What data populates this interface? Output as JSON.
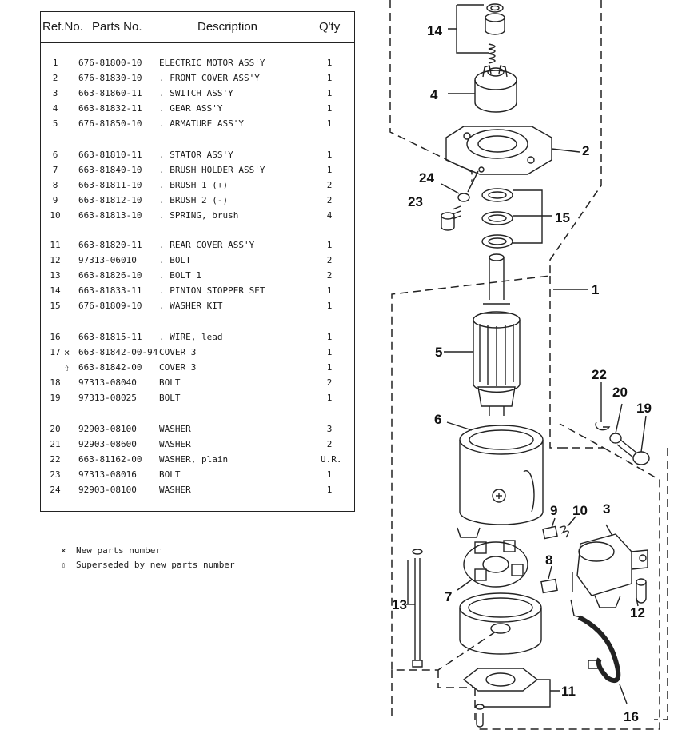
{
  "table": {
    "headers": {
      "ref": "Ref.No.",
      "part": "Parts No.",
      "desc": "Description",
      "qty": "Q'ty"
    },
    "rows": [
      {
        "ref": "1",
        "mark": "",
        "part": "676-81800-10",
        "desc": "ELECTRIC MOTOR ASS'Y",
        "qty": "1"
      },
      {
        "ref": "2",
        "mark": "",
        "part": "676-81830-10",
        "desc": ". FRONT COVER ASS'Y",
        "qty": "1"
      },
      {
        "ref": "3",
        "mark": "",
        "part": "663-81860-11",
        "desc": ". SWITCH ASS'Y",
        "qty": "1"
      },
      {
        "ref": "4",
        "mark": "",
        "part": "663-81832-11",
        "desc": ". GEAR ASS'Y",
        "qty": "1"
      },
      {
        "ref": "5",
        "mark": "",
        "part": "676-81850-10",
        "desc": ". ARMATURE ASS'Y",
        "qty": "1"
      },
      {
        "ref": "6",
        "mark": "",
        "part": "663-81810-11",
        "desc": ". STATOR ASS'Y",
        "qty": "1"
      },
      {
        "ref": "7",
        "mark": "",
        "part": "663-81840-10",
        "desc": ". BRUSH HOLDER ASS'Y",
        "qty": "1"
      },
      {
        "ref": "8",
        "mark": "",
        "part": "663-81811-10",
        "desc": ". BRUSH 1 (+)",
        "qty": "2"
      },
      {
        "ref": "9",
        "mark": "",
        "part": "663-81812-10",
        "desc": ". BRUSH 2 (-)",
        "qty": "2"
      },
      {
        "ref": "10",
        "mark": "",
        "part": "663-81813-10",
        "desc": ". SPRING, brush",
        "qty": "4"
      },
      {
        "ref": "11",
        "mark": "",
        "part": "663-81820-11",
        "desc": ". REAR COVER ASS'Y",
        "qty": "1"
      },
      {
        "ref": "12",
        "mark": "",
        "part": "97313-06010",
        "desc": ". BOLT",
        "qty": "2"
      },
      {
        "ref": "13",
        "mark": "",
        "part": "663-81826-10",
        "desc": ". BOLT 1",
        "qty": "2"
      },
      {
        "ref": "14",
        "mark": "",
        "part": "663-81833-11",
        "desc": ". PINION STOPPER SET",
        "qty": "1"
      },
      {
        "ref": "15",
        "mark": "",
        "part": "676-81809-10",
        "desc": ". WASHER KIT",
        "qty": "1"
      },
      {
        "ref": "16",
        "mark": "",
        "part": "663-81815-11",
        "desc": ". WIRE, lead",
        "qty": "1"
      },
      {
        "ref": "17",
        "mark": "×",
        "part": "663-81842-00-94",
        "desc": "COVER 3",
        "qty": "1"
      },
      {
        "ref": "",
        "mark": "⇧",
        "part": "663-81842-00",
        "desc": "COVER 3",
        "qty": "1"
      },
      {
        "ref": "18",
        "mark": "",
        "part": "97313-08040",
        "desc": "BOLT",
        "qty": "2"
      },
      {
        "ref": "19",
        "mark": "",
        "part": "97313-08025",
        "desc": "BOLT",
        "qty": "1"
      },
      {
        "ref": "20",
        "mark": "",
        "part": "92903-08100",
        "desc": "WASHER",
        "qty": "3"
      },
      {
        "ref": "21",
        "mark": "",
        "part": "92903-08600",
        "desc": "WASHER",
        "qty": "2"
      },
      {
        "ref": "22",
        "mark": "",
        "part": "663-81162-00",
        "desc": "WASHER, plain",
        "qty": "U.R."
      },
      {
        "ref": "23",
        "mark": "",
        "part": "97313-08016",
        "desc": "BOLT",
        "qty": "1"
      },
      {
        "ref": "24",
        "mark": "",
        "part": "92903-08100",
        "desc": "WASHER",
        "qty": "1"
      }
    ]
  },
  "notes": {
    "new_symbol": "×",
    "new_text": "New parts number",
    "superseded_symbol": "⇧",
    "superseded_text": "Superseded by new parts number"
  },
  "diagram": {
    "callouts": [
      "1",
      "2",
      "3",
      "4",
      "5",
      "6",
      "7",
      "8",
      "9",
      "10",
      "11",
      "12",
      "13",
      "14",
      "15",
      "16",
      "19",
      "20",
      "22",
      "23",
      "24"
    ]
  }
}
